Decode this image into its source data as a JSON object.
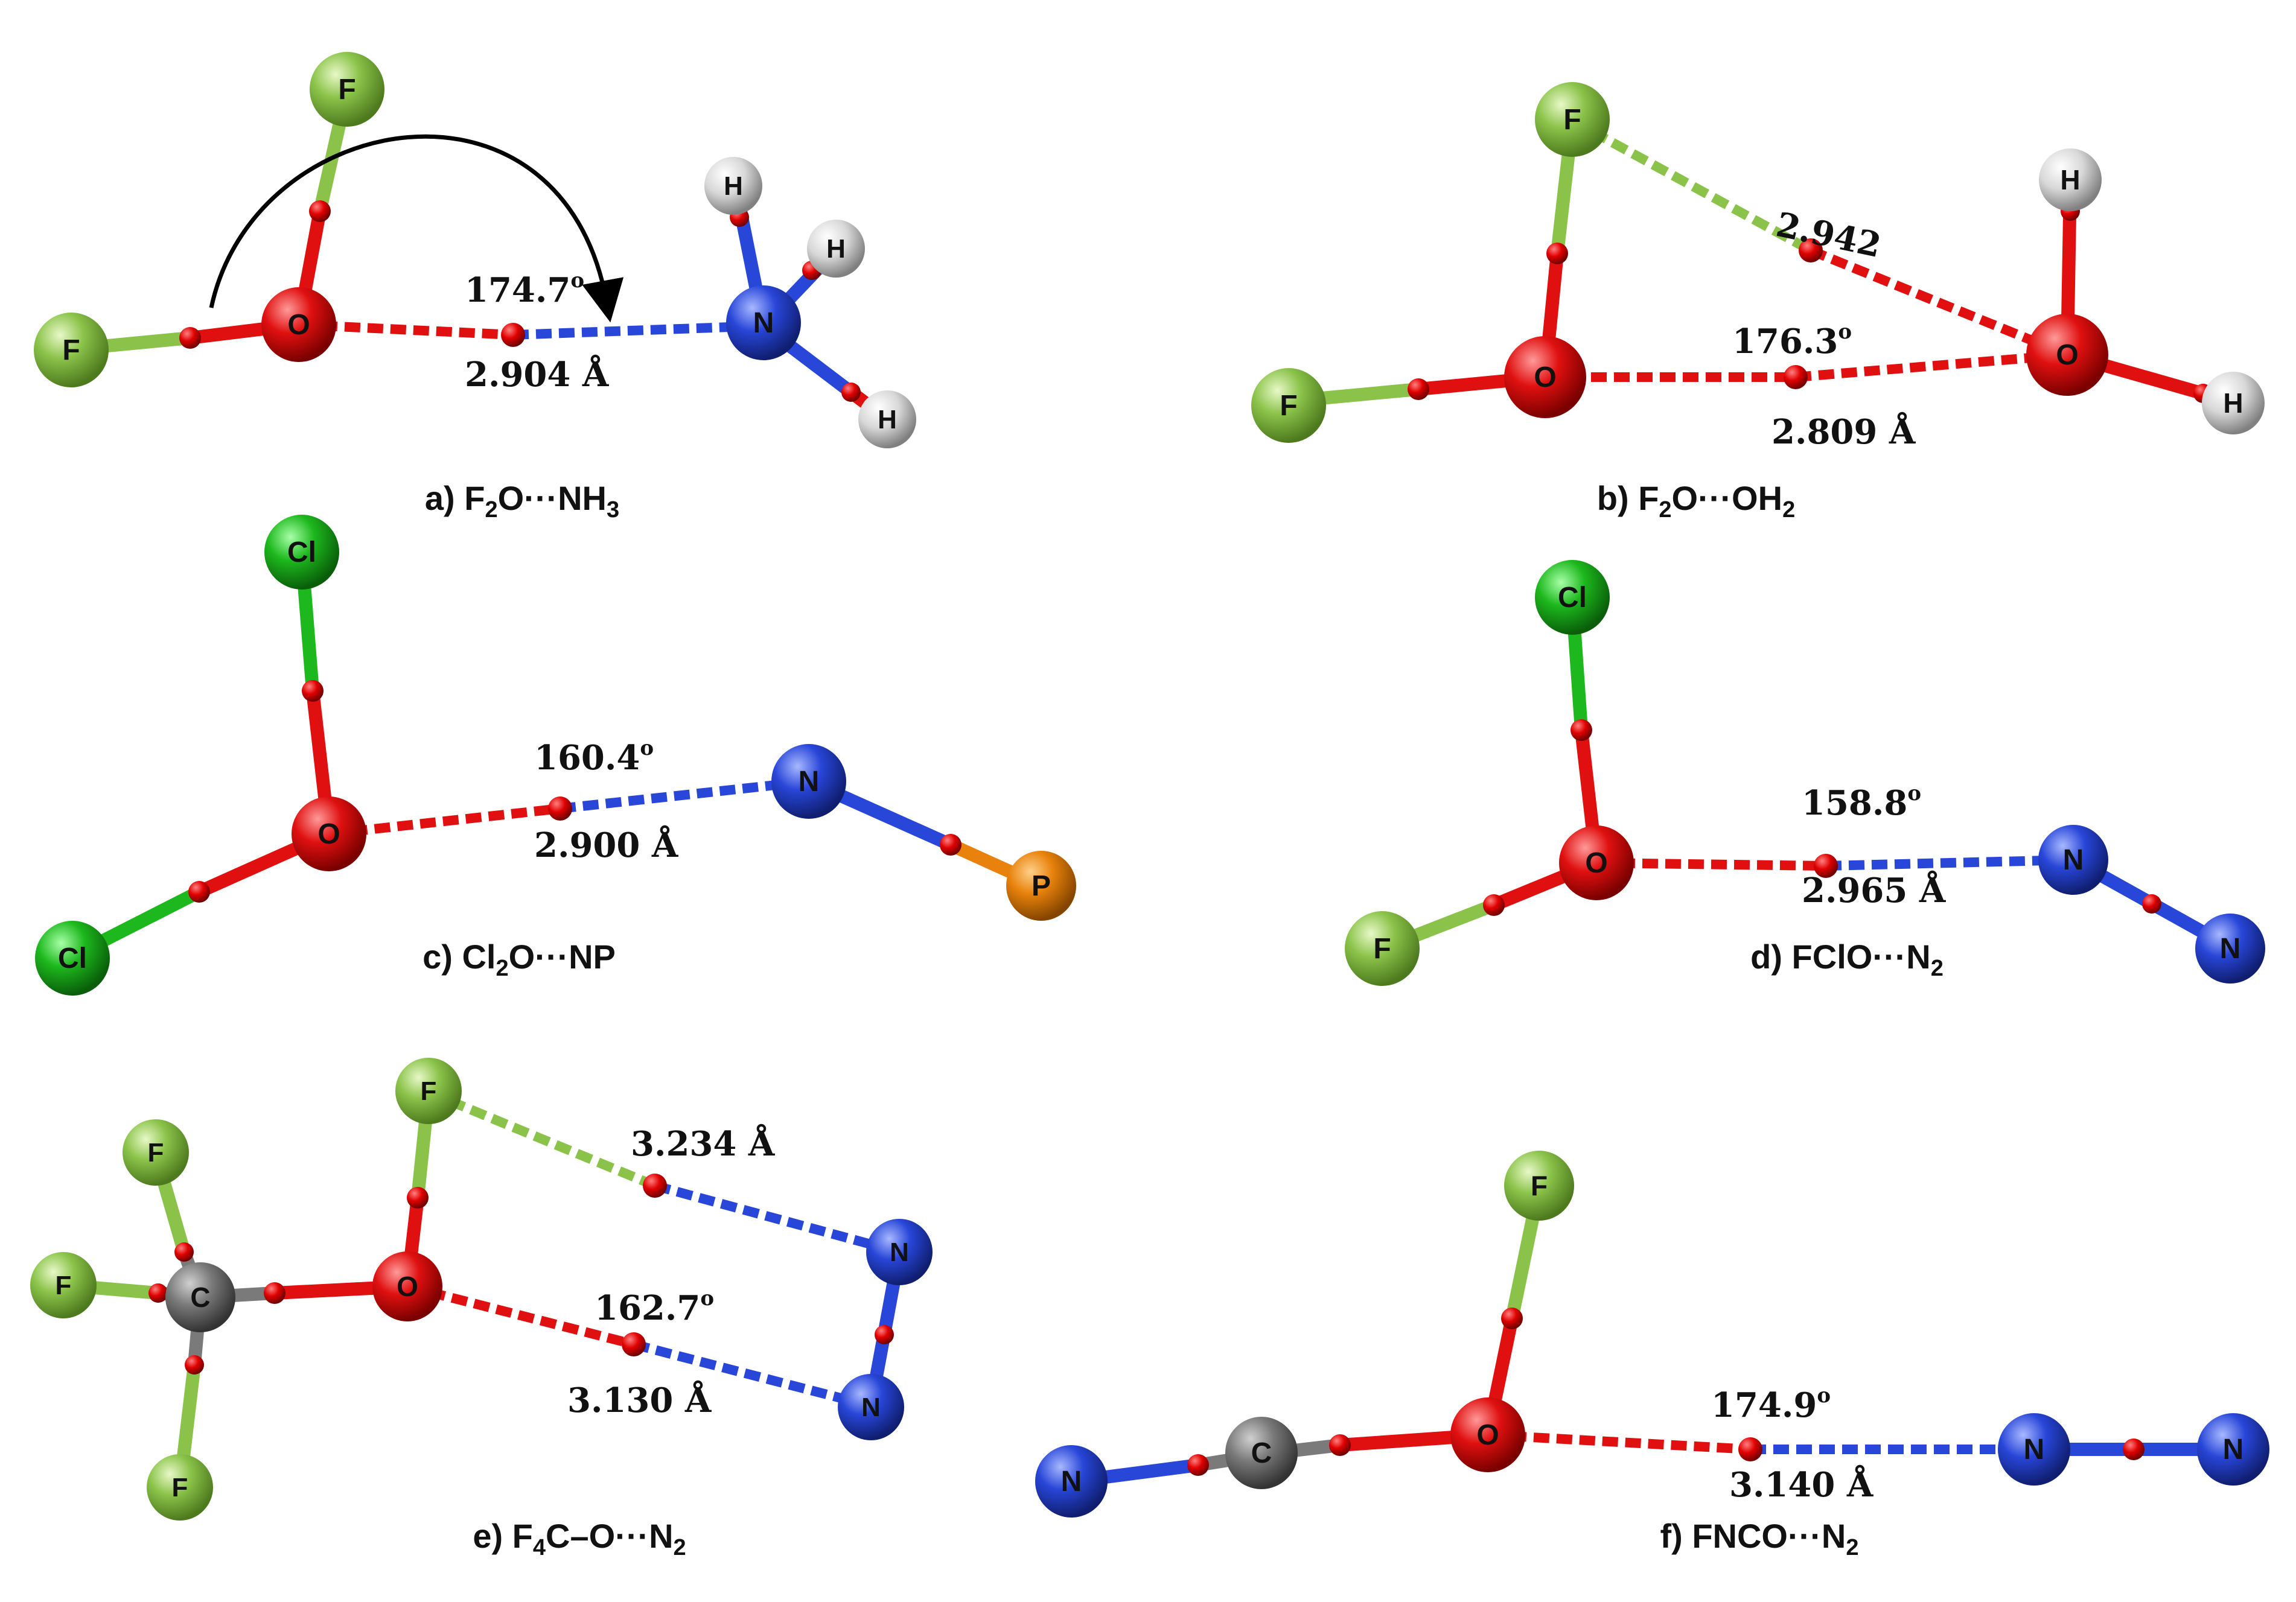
{
  "colors": {
    "F": "#8BC34A",
    "O": "#E01010",
    "N": "#2846D8",
    "H": "#D8D8D8",
    "Cl": "#1DB81D",
    "P": "#E8820C",
    "C": "#7A7A7A",
    "bcp": "#E00000"
  },
  "panels": [
    {
      "caption": {
        "prefix": "a) F",
        "sub1": "2",
        "mid": "O···NH",
        "sub2": "3"
      },
      "angle": {
        "value": "174.7",
        "sup": "o"
      },
      "distance": "2.904 Å",
      "atoms": [
        "F",
        "F",
        "O",
        "N",
        "H",
        "H",
        "H"
      ]
    },
    {
      "caption": {
        "prefix": "b) F",
        "sub1": "2",
        "mid": "O···OH",
        "sub2": "2"
      },
      "angle": {
        "value": "176.3",
        "sup": "o"
      },
      "distance": "2.809 Å",
      "secondary": "2.942",
      "atoms": [
        "F",
        "F",
        "O",
        "O",
        "H",
        "H"
      ]
    },
    {
      "caption": {
        "prefix": "c) Cl",
        "sub1": "2",
        "mid": "O···NP",
        "sub2": ""
      },
      "angle": {
        "value": "160.4",
        "sup": "o"
      },
      "distance": "2.900 Å",
      "atoms": [
        "Cl",
        "Cl",
        "O",
        "N",
        "P"
      ]
    },
    {
      "caption": {
        "prefix": "d) FClO···N",
        "sub1": "2",
        "mid": "",
        "sub2": ""
      },
      "angle": {
        "value": "158.8",
        "sup": "o"
      },
      "distance": "2.965 Å",
      "atoms": [
        "Cl",
        "O",
        "F",
        "N",
        "N"
      ]
    },
    {
      "caption": {
        "prefix": "e) F",
        "sub1": "4",
        "mid": "C–O···N",
        "sub2": "2"
      },
      "angle": {
        "value": "162.7",
        "sup": "o"
      },
      "distance": "3.130 Å",
      "secondary": "3.234 Å",
      "atoms": [
        "F",
        "F",
        "F",
        "C",
        "O",
        "F",
        "N",
        "N"
      ]
    },
    {
      "caption": {
        "prefix": "f) FNCO···N",
        "sub1": "2",
        "mid": "",
        "sub2": ""
      },
      "angle": {
        "value": "174.9",
        "sup": "o"
      },
      "distance": "3.140 Å",
      "atoms": [
        "F",
        "O",
        "C",
        "N",
        "N",
        "N"
      ]
    }
  ]
}
